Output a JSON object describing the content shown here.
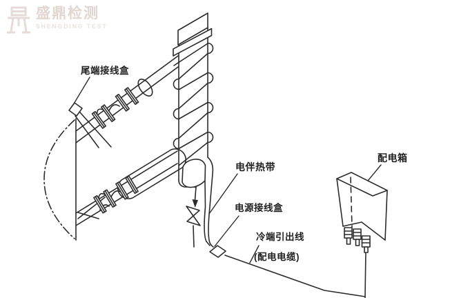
{
  "watermark": {
    "name_cn": "盛鼎检测",
    "name_en": "SHENGDING TEST"
  },
  "labels": {
    "tail_junction_box": "尾端接线盒",
    "heat_trace_band": "电伴热带",
    "power_junction_box": "电源接线盒",
    "cold_end_lead": "冷端引出线",
    "distribution_cable": "(配电电缆)",
    "distribution_box": "配电箱"
  },
  "colors": {
    "line": "#2b2b2b",
    "background": "#ffffff",
    "watermark": "#e5d9d4"
  }
}
